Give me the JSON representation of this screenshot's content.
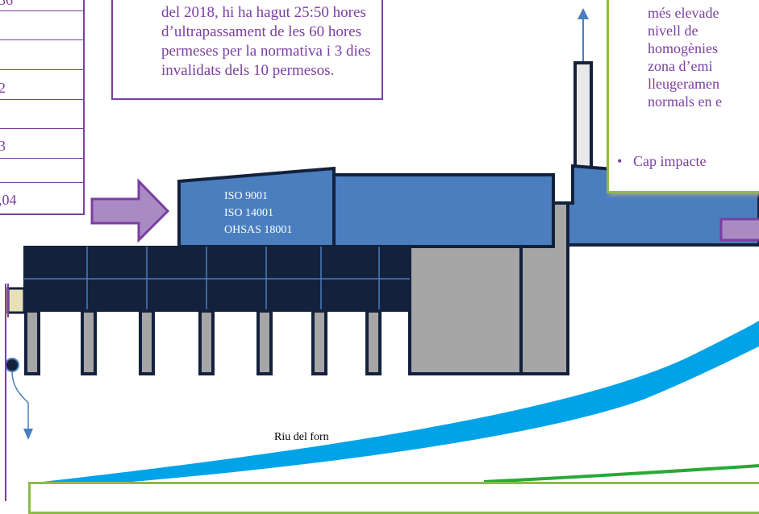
{
  "left_table": {
    "values": [
      "36",
      "",
      "",
      "2",
      "",
      "3",
      "",
      ",04"
    ]
  },
  "center_note": {
    "lines": [
      "del 2018, hi ha hagut 25:50 hores",
      "d’ultrapassament de les 60 hores",
      "permeses per la normativa i 3 dies",
      "invalidats dels 10 permesos."
    ]
  },
  "right_note": {
    "lines": [
      "més elevade",
      "nivell   de",
      "homogènies",
      "zona  d’emi",
      "lleugeramen",
      "normals en e"
    ],
    "bullet": "Cap impacte"
  },
  "plant": {
    "certifications": [
      "ISO 9001",
      "ISO 14001",
      "OHSAS 18001"
    ]
  },
  "river": {
    "label": "Riu del forn"
  },
  "colors": {
    "purple": "#7b3fa0",
    "arrow_fill": "#a98bc4",
    "building_blue": "#4a7ebf",
    "panel_navy": "#14213d",
    "gray": "#a6a6a6",
    "river_blue": "#00a3e8",
    "green": "#8cbb4a"
  }
}
